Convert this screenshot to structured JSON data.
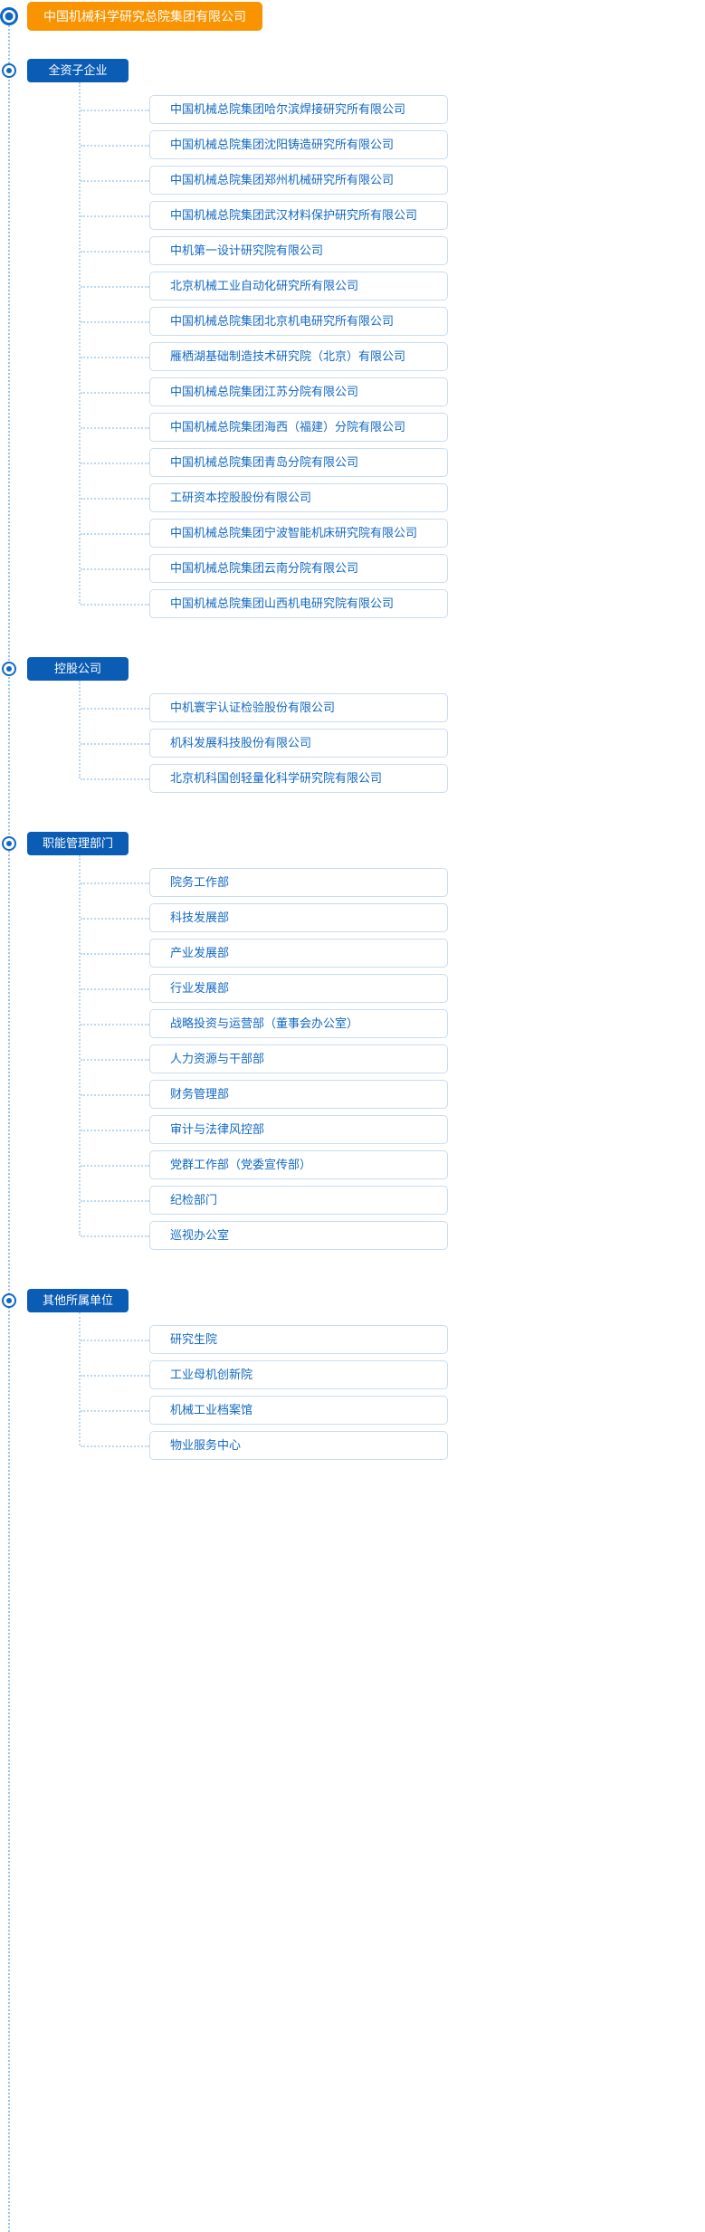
{
  "root": {
    "label": "中国机械科学研究总院集团有限公司",
    "color": "#f99400"
  },
  "theme": {
    "section_color": "#0a5cb4",
    "leaf_text_color": "#1168c4",
    "leaf_border_color": "#c9dcf0",
    "line_color": "#bcd7ef",
    "background": "#ffffff"
  },
  "sections": [
    {
      "label": "全资子企业",
      "items": [
        "中国机械总院集团哈尔滨焊接研究所有限公司",
        "中国机械总院集团沈阳铸造研究所有限公司",
        "中国机械总院集团郑州机械研究所有限公司",
        "中国机械总院集团武汉材料保护研究所有限公司",
        "中机第一设计研究院有限公司",
        "北京机械工业自动化研究所有限公司",
        "中国机械总院集团北京机电研究所有限公司",
        "雁栖湖基础制造技术研究院（北京）有限公司",
        "中国机械总院集团江苏分院有限公司",
        "中国机械总院集团海西（福建）分院有限公司",
        "中国机械总院集团青岛分院有限公司",
        "工研资本控股股份有限公司",
        "中国机械总院集团宁波智能机床研究院有限公司",
        "中国机械总院集团云南分院有限公司",
        "中国机械总院集团山西机电研究院有限公司"
      ]
    },
    {
      "label": "控股公司",
      "items": [
        "中机寰宇认证检验股份有限公司",
        "机科发展科技股份有限公司",
        "北京机科国创轻量化科学研究院有限公司"
      ]
    },
    {
      "label": "职能管理部门",
      "items": [
        "院务工作部",
        "科技发展部",
        "产业发展部",
        "行业发展部",
        "战略投资与运营部（董事会办公室）",
        "人力资源与干部部",
        "财务管理部",
        "审计与法律风控部",
        "党群工作部（党委宣传部）",
        "纪检部门",
        "巡视办公室"
      ]
    },
    {
      "label": "其他所属单位",
      "items": [
        "研究生院",
        "工业母机创新院",
        "机械工业档案馆",
        "物业服务中心"
      ]
    }
  ]
}
